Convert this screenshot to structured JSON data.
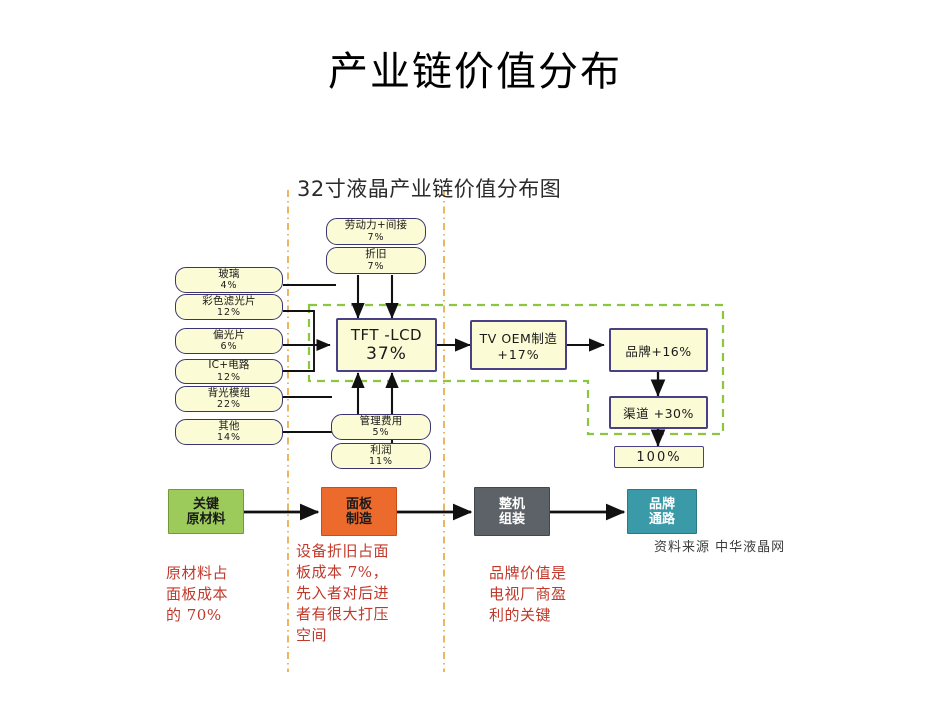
{
  "slide": {
    "title": "产业链价值分布"
  },
  "diagram": {
    "title": "32寸液晶产业链价值分布图",
    "top_inputs": [
      {
        "label": "劳动力+间接",
        "value": "7%"
      },
      {
        "label": "折旧",
        "value": "7%"
      }
    ],
    "left_inputs": [
      {
        "label": "玻璃",
        "value": "4%"
      },
      {
        "label": "彩色滤光片",
        "value": "12%"
      },
      {
        "label": "偏光片",
        "value": "6%"
      },
      {
        "label": "IC+电路",
        "value": "12%"
      },
      {
        "label": "背光模组",
        "value": "22%"
      },
      {
        "label": "其他",
        "value": "14%"
      }
    ],
    "bottom_inputs": [
      {
        "label": "管理费用",
        "value": "5%"
      },
      {
        "label": "利润",
        "value": "11%"
      }
    ],
    "core": {
      "label": "TFT -LCD",
      "value": "37%"
    },
    "oem": {
      "label": "TV OEM制造",
      "value": "+17%"
    },
    "brand": {
      "label": "品牌+16%"
    },
    "channel": {
      "label": "渠道 +30%"
    },
    "total": {
      "label": "100%"
    },
    "colors": {
      "box_fill": "#fbfbd6",
      "box_border": "#4a4086",
      "green_dash": "#8cc63f",
      "orange_dash": "#e8a33d"
    }
  },
  "process_row": [
    {
      "name": "key-raw-material",
      "line1": "关键",
      "line2": "原材料",
      "color": "#9ccb5b"
    },
    {
      "name": "panel-manufacturing",
      "line1": "面板",
      "line2": "制造",
      "color": "#ec6a2c"
    },
    {
      "name": "set-assembly",
      "line1": "整机",
      "line2": "组装",
      "color": "#5d6269"
    },
    {
      "name": "brand-channel",
      "line1": "品牌",
      "line2": "通路",
      "color": "#3a9aa8"
    }
  ],
  "notes": [
    {
      "name": "note-raw-material",
      "lines": [
        "原材料占",
        "面板成本",
        "的 70%"
      ]
    },
    {
      "name": "note-depreciation",
      "lines": [
        "设备折旧占面",
        "板成本 7%，",
        "先入者对后进",
        "者有很大打压",
        "空间"
      ]
    },
    {
      "name": "note-brand-value",
      "lines": [
        "品牌价值是",
        "电视厂商盈",
        "利的关键"
      ]
    }
  ],
  "source": "资料来源  中华液晶网"
}
